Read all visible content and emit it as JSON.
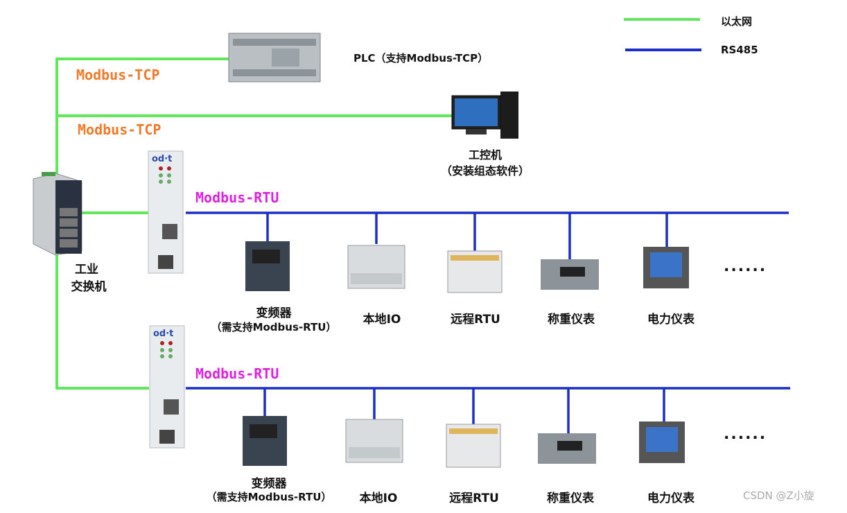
{
  "legend": {
    "ethernet": {
      "label": "以太网",
      "color": "#5ee85a"
    },
    "rs485": {
      "label": "RS485",
      "color": "#1a2fc8"
    }
  },
  "protocols": {
    "tcp_plc": "Modbus-TCP",
    "tcp_pc": "Modbus-TCP",
    "rtu_top": "Modbus-RTU",
    "rtu_bottom": "Modbus-RTU"
  },
  "nodes": {
    "plc": "PLC（支持Modbus-TCP）",
    "ipc_line1": "工控机",
    "ipc_line2": "（安装组态软件）",
    "switch_line1": "工业",
    "switch_line2": "交换机",
    "gateway_brand": "od·t"
  },
  "rows": [
    {
      "devices": [
        "变频器",
        "本地IO",
        "远程RTU",
        "称重仪表",
        "电力仪表"
      ],
      "vfd_note": "（需支持Modbus-RTU）",
      "more": "......"
    },
    {
      "devices": [
        "变频器",
        "本地IO",
        "远程RTU",
        "称重仪表",
        "电力仪表"
      ],
      "vfd_note": "（需支持Modbus-RTU）",
      "more": "......"
    }
  ],
  "watermark": "CSDN @Z小旋"
}
